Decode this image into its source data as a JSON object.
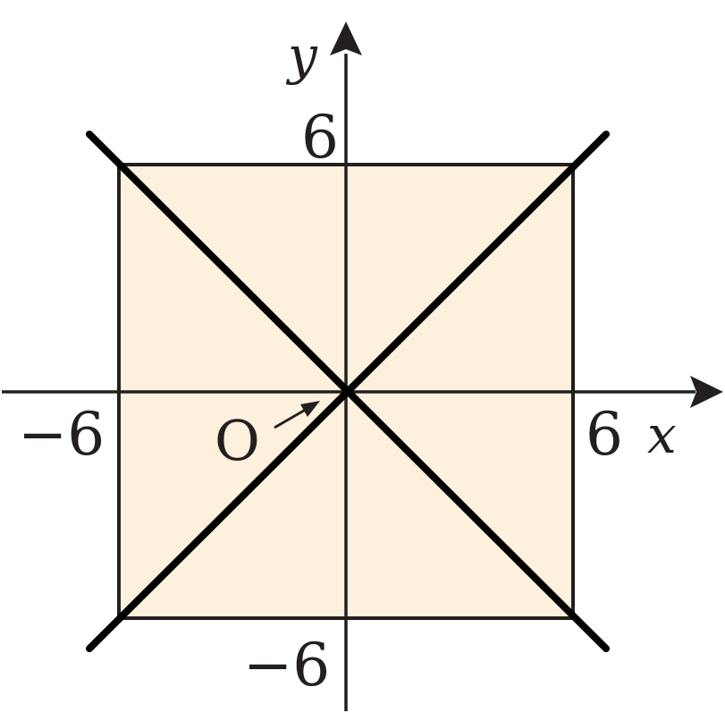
{
  "diagram": {
    "axes": {
      "x_label": "x",
      "y_label": "y",
      "origin_label": "O"
    },
    "ticks": {
      "x_negative": "−6",
      "x_positive": "6",
      "y_positive": "6",
      "y_negative": "−6"
    },
    "region": {
      "x_range": [
        -6,
        6
      ],
      "y_range": [
        -6,
        6
      ],
      "fill_color": "#fdf0dc"
    },
    "lines": [
      {
        "equation": "y = x"
      },
      {
        "equation": "y = -x"
      }
    ],
    "colors": {
      "ink": "#231f20",
      "region_fill": "#fdf0dc"
    }
  }
}
